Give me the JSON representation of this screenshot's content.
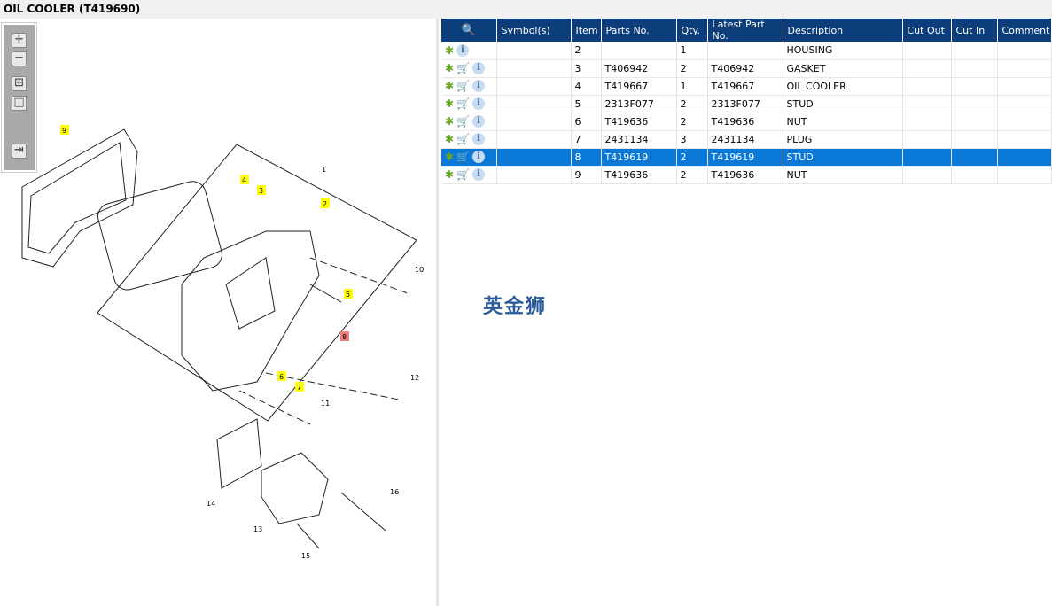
{
  "title": "OIL COOLER (T419690)",
  "toolbar": {
    "zoom_in": "+",
    "zoom_out": "−",
    "fit": "⊞",
    "reset": "□",
    "export": "⇥"
  },
  "table": {
    "headers": [
      "",
      "Symbol(s)",
      "Item",
      "Parts No.",
      "Qty.",
      "Latest Part No.",
      "Description",
      "Cut Out",
      "Cut In",
      "Comment"
    ],
    "rows": [
      {
        "item": "2",
        "part": "",
        "qty": "1",
        "latest": "",
        "desc": "HOUSING",
        "cart": false
      },
      {
        "item": "3",
        "part": "T406942",
        "qty": "2",
        "latest": "T406942",
        "desc": "GASKET",
        "cart": true
      },
      {
        "item": "4",
        "part": "T419667",
        "qty": "1",
        "latest": "T419667",
        "desc": "OIL COOLER",
        "cart": true
      },
      {
        "item": "5",
        "part": "2313F077",
        "qty": "2",
        "latest": "2313F077",
        "desc": "STUD",
        "cart": true
      },
      {
        "item": "6",
        "part": "T419636",
        "qty": "2",
        "latest": "T419636",
        "desc": "NUT",
        "cart": true
      },
      {
        "item": "7",
        "part": "2431134",
        "qty": "3",
        "latest": "2431134",
        "desc": "PLUG",
        "cart": true
      },
      {
        "item": "8",
        "part": "T419619",
        "qty": "2",
        "latest": "T419619",
        "desc": "STUD",
        "cart": true,
        "selected": true
      },
      {
        "item": "9",
        "part": "T419636",
        "qty": "2",
        "latest": "T419636",
        "desc": "NUT",
        "cart": true
      }
    ]
  },
  "callouts": [
    {
      "label": "9",
      "hl": "yellow"
    },
    {
      "label": "1",
      "hl": ""
    },
    {
      "label": "4",
      "hl": "yellow"
    },
    {
      "label": "3",
      "hl": "yellow"
    },
    {
      "label": "2",
      "hl": "yellow"
    },
    {
      "label": "10",
      "hl": ""
    },
    {
      "label": "5",
      "hl": "yellow"
    },
    {
      "label": "8",
      "hl": "red"
    },
    {
      "label": "6",
      "hl": "yellow"
    },
    {
      "label": "7",
      "hl": "yellow"
    },
    {
      "label": "12",
      "hl": ""
    },
    {
      "label": "11",
      "hl": ""
    },
    {
      "label": "14",
      "hl": ""
    },
    {
      "label": "16",
      "hl": ""
    },
    {
      "label": "13",
      "hl": ""
    },
    {
      "label": "15",
      "hl": ""
    }
  ],
  "watermark": "英金狮"
}
